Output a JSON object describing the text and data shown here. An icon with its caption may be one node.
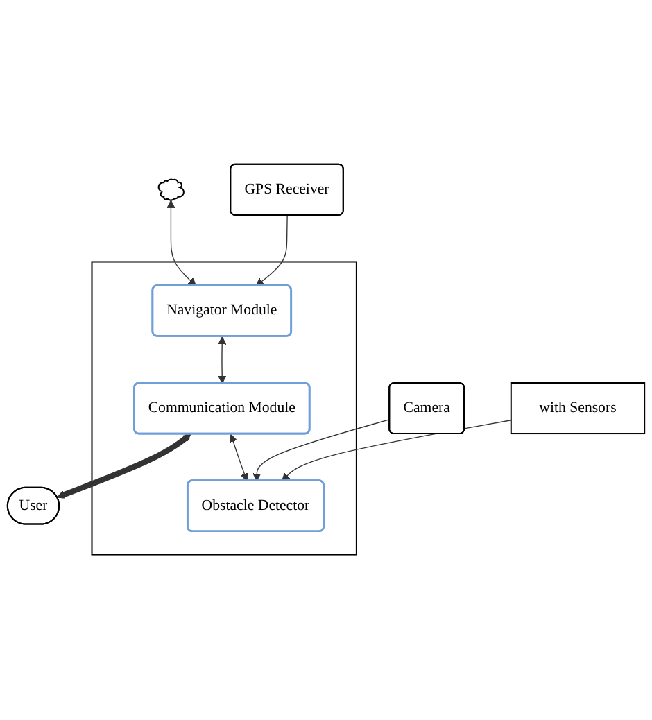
{
  "diagram": {
    "nodes": [
      {
        "text": [],
        "shape": "cloud"
      },
      {
        "text": [],
        "shape": "box"
      },
      {
        "text": [
          "GPS Receiver"
        ]
      },
      {
        "text": [
          "Navigator Module"
        ],
        "in": 1
      },
      {
        "text": [
          "Communication Module"
        ],
        "in": 1
      },
      {
        "text": [
          "User"
        ]
      },
      {
        "text": [
          "Camera"
        ]
      },
      {
        "text": [
          "Obstacle Detector"
        ],
        "in": 1
      },
      {
        "text": [
          "with Sensors"
        ]
      }
    ],
    "edges": [
      {
        "from": 0,
        "to": 3,
        "arrow": "both"
      },
      {
        "from": 2,
        "to": 3,
        "arrow": "to"
      },
      {
        "from": 3,
        "to": 4,
        "arrow": "both"
      },
      {
        "from": 4,
        "to": 5,
        "arrow": "both",
        "style": "thick"
      },
      {
        "from": 6,
        "to": 7,
        "arrow": "to"
      },
      {
        "from": 4,
        "to": 7,
        "arrow": "both"
      },
      {
        "from": 8,
        "to": 7,
        "arrow": "to"
      }
    ]
  }
}
